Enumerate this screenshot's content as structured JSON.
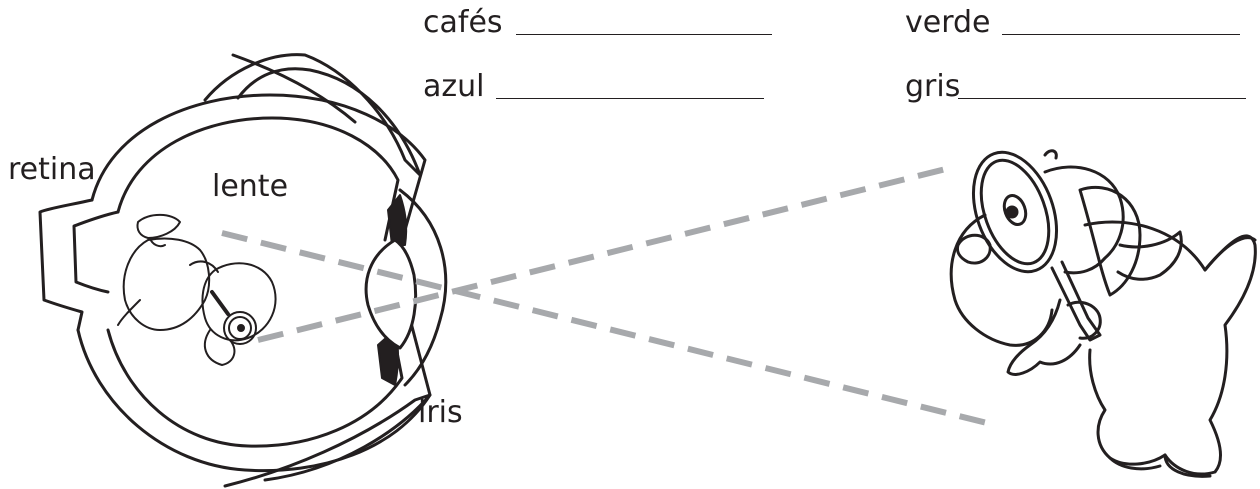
{
  "colors": {
    "ink": "#231f20",
    "dashed_line": "#a7a9ac",
    "paper": "#ffffff"
  },
  "eye_labels": {
    "retina": "retina",
    "lens": "lente",
    "iris": "iris"
  },
  "color_choices": [
    {
      "label": "cafés"
    },
    {
      "label": "verde"
    },
    {
      "label": "azul"
    },
    {
      "label": "gris"
    }
  ],
  "illustration": {
    "eye": "eye-cross-section",
    "dog": "dog-with-magnifying-glass",
    "inverted_image": "inverted-dog-image-on-retina"
  }
}
